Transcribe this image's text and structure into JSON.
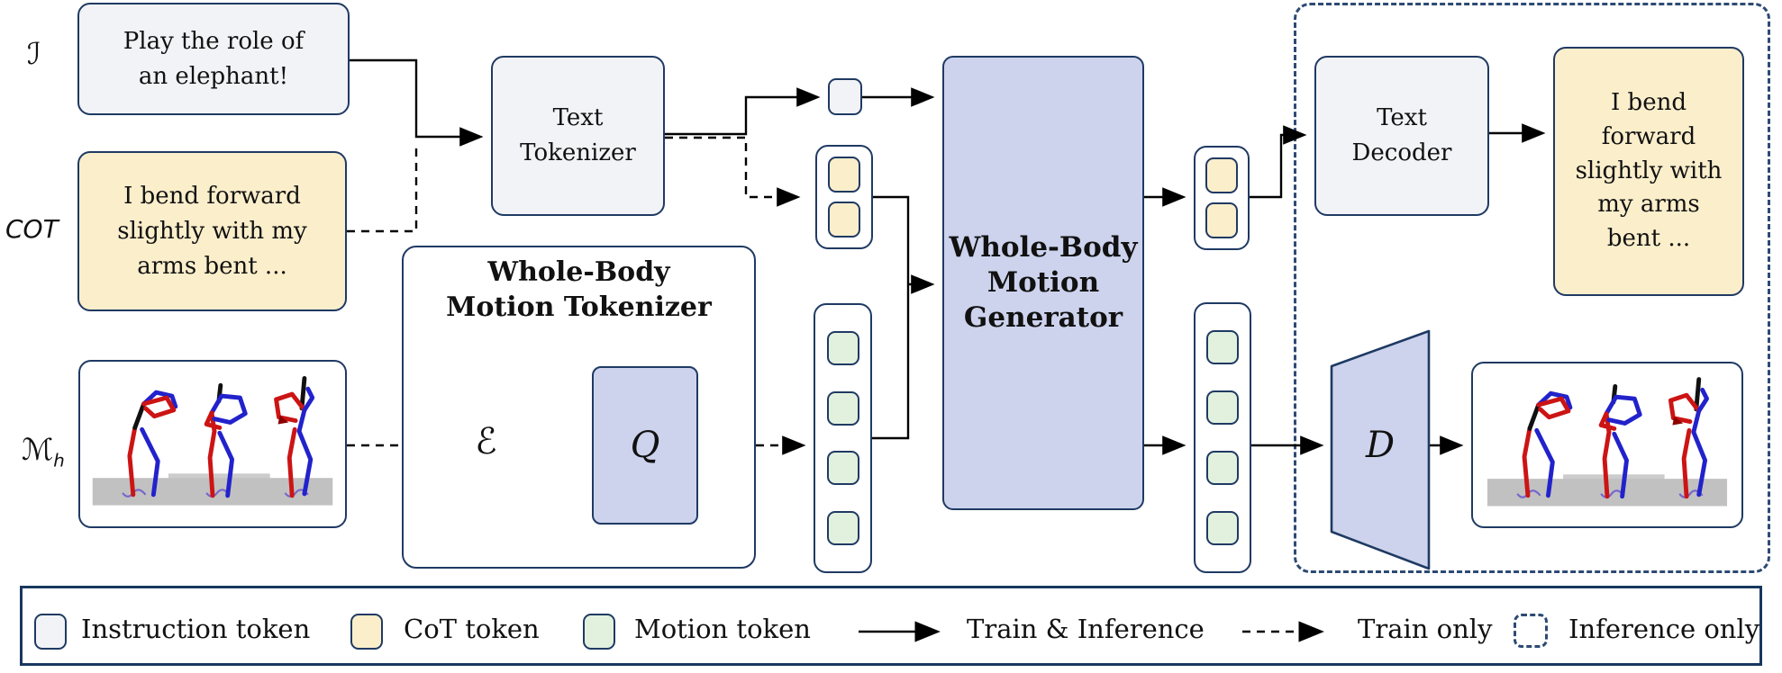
{
  "inputs": {
    "instruction_label": "ℐ",
    "instruction_lines": [
      "Play the role of",
      "an elephant!"
    ],
    "cot_label": "COT",
    "cot_lines": [
      "I bend forward",
      "slightly with my",
      "arms bent ..."
    ],
    "motion_label_main": "ℳ",
    "motion_label_sub": "h"
  },
  "modules": {
    "text_tokenizer_lines": [
      "Text",
      "Tokenizer"
    ],
    "motion_tokenizer_title_lines": [
      "Whole-Body",
      "Motion Tokenizer"
    ],
    "encoder_symbol": "ℰ",
    "quantizer_symbol": "Q",
    "generator_title_lines": [
      "Whole-Body",
      "Motion",
      "Generator"
    ],
    "text_decoder_lines": [
      "Text",
      "Decoder"
    ],
    "decoder_symbol": "D"
  },
  "outputs": {
    "cot_output_lines": [
      "I bend",
      "forward",
      "slightly with",
      "my arms",
      "bent ..."
    ]
  },
  "tokens": {
    "cot_stack_count": 2,
    "motion_stack_count": 4
  },
  "legend": {
    "instruction_token": "Instruction token",
    "cot_token": "CoT token",
    "motion_token": "Motion token",
    "train_inference": "Train & Inference",
    "train_only": "Train only",
    "inference_only": "Inference only"
  },
  "colors": {
    "border_navy": "#1f3a63",
    "instruction_gray": "#f2f3f7",
    "cot_yellow": "#fbeecb",
    "motion_green": "#e2f1de",
    "module_purple": "#cdd3ed",
    "dashed_navy": "#2d4a73",
    "arrow_black": "#000000"
  }
}
